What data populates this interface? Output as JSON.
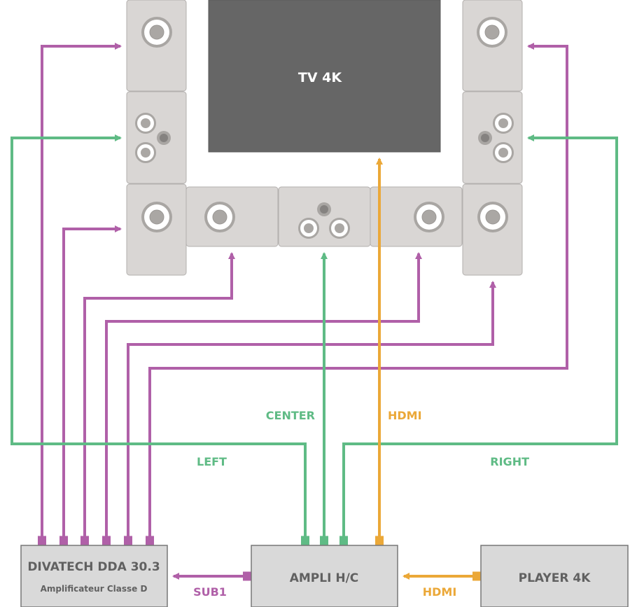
{
  "colors": {
    "speaker_fill": "#d9d6d4",
    "speaker_stroke": "#b3b0ae",
    "driver_ring": "#a9a6a3",
    "driver_center": "#aaa7a4",
    "tweeter_dark": "#858280",
    "tv_fill": "#666666",
    "box_fill": "#d9d9d9",
    "box_stroke": "#777777",
    "box_text": "#616161",
    "amp_wire": "#b060a8",
    "center_wire": "#5fbb85",
    "hdmi_wire": "#eba838"
  },
  "tv": {
    "label": "TV 4K"
  },
  "devices": {
    "amplifier": {
      "title": "DIVATECH DDA 30.3",
      "subtitle": "Amplificateur Classe D"
    },
    "processor": {
      "title": "AMPLI H/C"
    },
    "player": {
      "title": "PLAYER 4K"
    }
  },
  "wire_labels": {
    "left": "LEFT",
    "center": "CENTER",
    "right": "RIGHT",
    "hdmi_tv": "HDMI",
    "hdmi_player": "HDMI",
    "sub": "SUB1"
  },
  "speakers": [
    {
      "name": "left-surround-top",
      "type": "woofer"
    },
    {
      "name": "left-front",
      "type": "two-way"
    },
    {
      "name": "left-surround-bottom",
      "type": "woofer"
    },
    {
      "name": "rear-left",
      "type": "woofer"
    },
    {
      "name": "center",
      "type": "center"
    },
    {
      "name": "rear-right",
      "type": "woofer"
    },
    {
      "name": "right-surround-bottom",
      "type": "woofer"
    },
    {
      "name": "right-front",
      "type": "two-way"
    },
    {
      "name": "right-surround-top",
      "type": "woofer"
    }
  ]
}
